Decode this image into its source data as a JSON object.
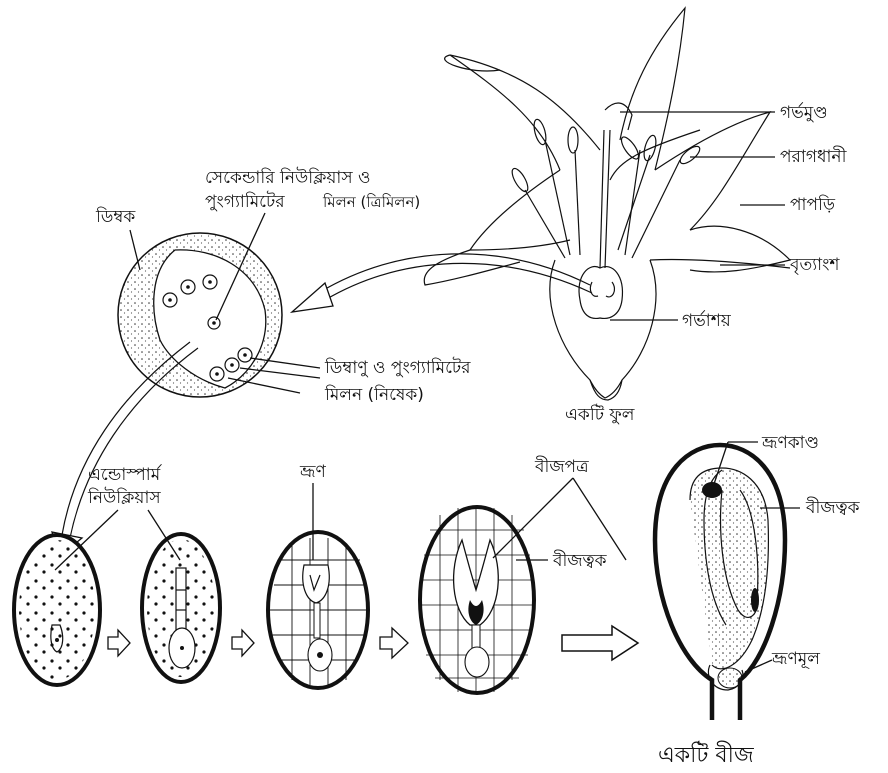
{
  "flower": {
    "stigma": "গর্ভমুণ্ড",
    "anther": "পরাগধানী",
    "petal": "পাপড়ি",
    "pedicel": "বৃত্যাংশ",
    "ovary": "গর্ভাশয়",
    "caption": "একটি ফুল"
  },
  "ovule": {
    "label": "ডিম্বক",
    "triple_fusion_line1": "সেকেন্ডারি নিউক্লিয়াস ও",
    "triple_fusion_line2a": "পুংগ্যামিটের",
    "triple_fusion_line2b": "মিলন (ত্রিমিলন)",
    "fertilization_line1": "ডিম্বাণু ও পুংগ্যামিটের",
    "fertilization_line2": "মিলন (নিষেক)"
  },
  "development": {
    "endosperm_line1": "এন্ডোস্পার্ম",
    "endosperm_line2": "নিউক্লিয়াস",
    "embryo": "ভ্রূণ",
    "cotyledon": "বীজপত্র",
    "seed_coat_mid": "বীজত্বক"
  },
  "seed": {
    "plumule": "ভ্রূণকাণ্ড",
    "seed_coat": "বীজত্বক",
    "radicle": "ভ্রূণমূল",
    "caption": "একটি বীজ"
  }
}
